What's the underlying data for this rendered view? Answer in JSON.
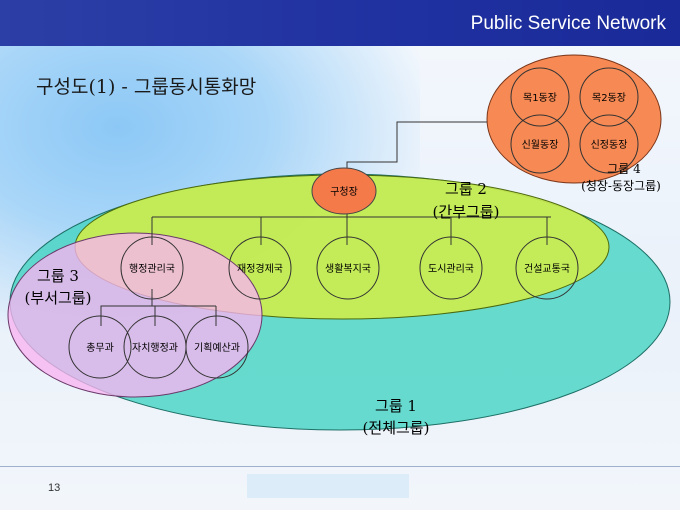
{
  "header": {
    "title": "Public Service Network"
  },
  "slide": {
    "title": "구성도(1) - 그룹동시통화망",
    "page_number": "13"
  },
  "groups": {
    "group1": {
      "name": "그룹 1",
      "desc": "(전체그룹)",
      "color": "#45d3c2"
    },
    "group2": {
      "name": "그룹 2",
      "desc": "(간부그룹)",
      "color": "#c9ec4a"
    },
    "group3": {
      "name": "그룹 3",
      "desc": "(부서그룹)",
      "color": "#f6b9f0"
    },
    "group4": {
      "name": "그룹 4",
      "desc": "(청장-동장그룹)",
      "color": "#f78c55"
    }
  },
  "nodes": {
    "head": "구청장",
    "bureaus": [
      "행정관리국",
      "재정경제국",
      "생활복지국",
      "도시관리국",
      "건설교통국"
    ],
    "departments": [
      "총무과",
      "자치행정과",
      "기획예산과"
    ],
    "dongs": [
      "목1동장",
      "목2동장",
      "신월동장",
      "신정동장"
    ]
  },
  "colors": {
    "header": "#2233a0",
    "head_node": "#f47a4a",
    "node_fill": "#ffffff"
  }
}
